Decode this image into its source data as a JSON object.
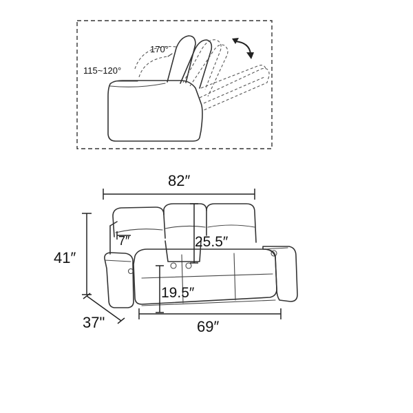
{
  "recline": {
    "angle_full": "170°",
    "angle_range": "115~120°"
  },
  "dimensions": {
    "width": "82″",
    "height": "41″",
    "depth": "37\"",
    "seat_width": "69″",
    "back_height": "25.5″",
    "seat_height": "19.5″",
    "arm_width": "7″"
  },
  "colors": {
    "line": "#333333",
    "text": "#111111"
  }
}
